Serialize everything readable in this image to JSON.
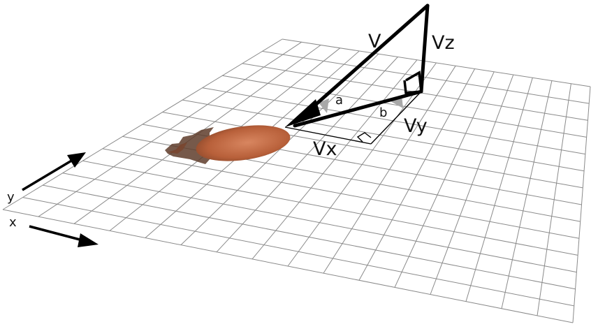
{
  "labels": {
    "v": "V",
    "vz": "Vz",
    "vy": "Vy",
    "vx": "Vx",
    "angle_a": "a",
    "angle_b": "b",
    "axis_y": "y",
    "axis_x": "x"
  },
  "colors": {
    "grid": "#8a8a8a",
    "vector": "#000000",
    "angle_fill": "#a8a8a8",
    "stain": "#b8603a",
    "stain_dark": "#5a3a2a"
  }
}
